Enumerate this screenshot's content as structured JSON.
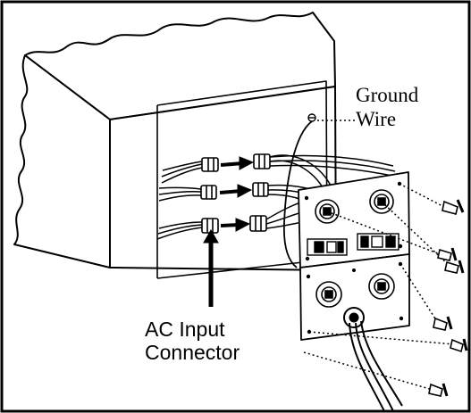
{
  "labels": {
    "ground_wire_line1": "Ground",
    "ground_wire_line2": "Wire",
    "ac_input_line1": "AC Input",
    "ac_input_line2": "Connector"
  },
  "colors": {
    "ink": "#000000",
    "background": "#ffffff",
    "face": "#ffffff",
    "shade": "#f2f2f2"
  }
}
